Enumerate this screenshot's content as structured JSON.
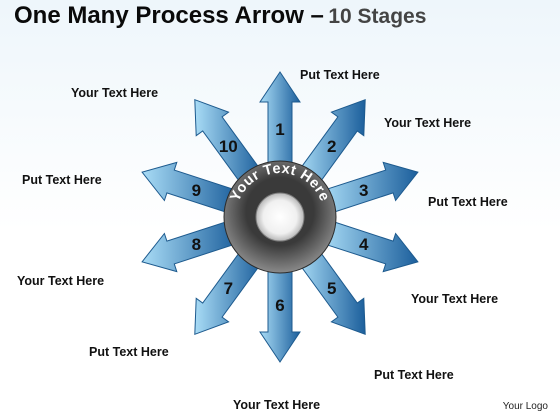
{
  "title": {
    "main": "One Many Process Arrow –",
    "sub": "10 Stages"
  },
  "center_text": "Your Text Here",
  "stages": [
    {
      "number": "1",
      "label": "Put Text Here"
    },
    {
      "number": "2",
      "label": "Your Text Here"
    },
    {
      "number": "3",
      "label": "Put Text Here"
    },
    {
      "number": "4",
      "label": "Your Text Here"
    },
    {
      "number": "5",
      "label": "Put Text Here"
    },
    {
      "number": "6",
      "label": "Your Text Here"
    },
    {
      "number": "7",
      "label": "Put Text Here"
    },
    {
      "number": "8",
      "label": "Your Text Here"
    },
    {
      "number": "9",
      "label": "Put Text Here"
    },
    {
      "number": "10",
      "label": "Your Text Here"
    }
  ],
  "logo": "Your Logo",
  "colors": {
    "arrow_light": "#a9dcf6",
    "arrow_dark": "#1c5f9c",
    "hub_dark": "#3a3a3a",
    "hub_light": "#8a8a8a"
  }
}
